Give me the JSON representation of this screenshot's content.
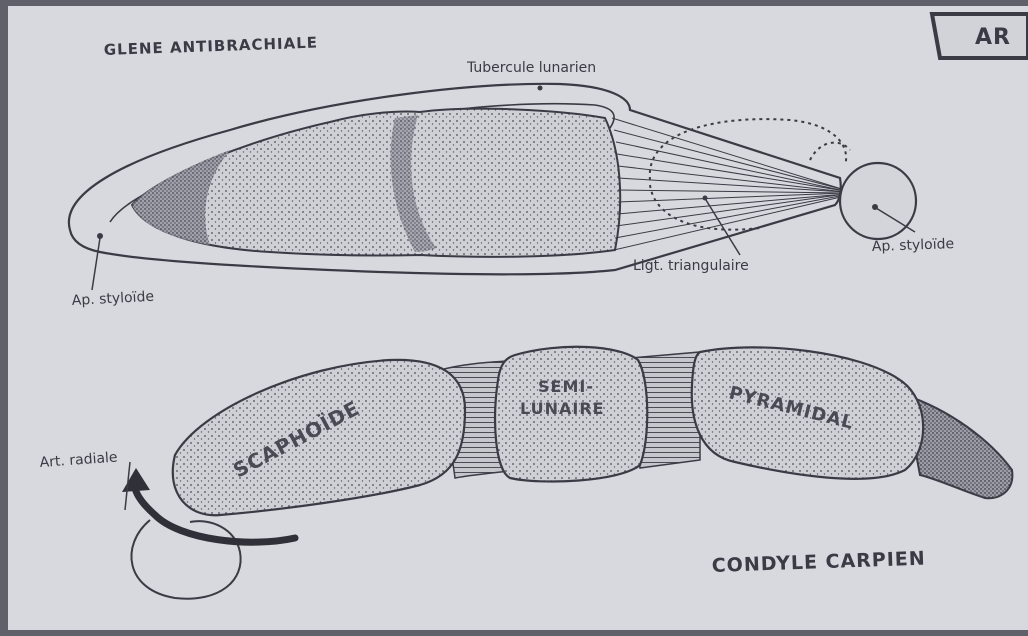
{
  "top_title": "GLENE ANTIBRACHIALE",
  "bottom_title": "CONDYLE CARPIEN",
  "corner_label": "AR",
  "labels": {
    "tubercule": "Tubercule lunarien",
    "styloide_left": "Ap. styloïde",
    "styloide_right": "Ap. styloïde",
    "ligament": "Ligt. triangulaire",
    "artere": "Art. radiale"
  },
  "bones": {
    "scaphoide": "SCAPHOÏDE",
    "semi_line1": "SEMI-",
    "semi_line2": "LUNAIRE",
    "pyramidal": "PYRAMIDAL"
  },
  "colors": {
    "paper": "#d8d9de",
    "ink": "#3a3b45",
    "frame": "#5f6069"
  }
}
